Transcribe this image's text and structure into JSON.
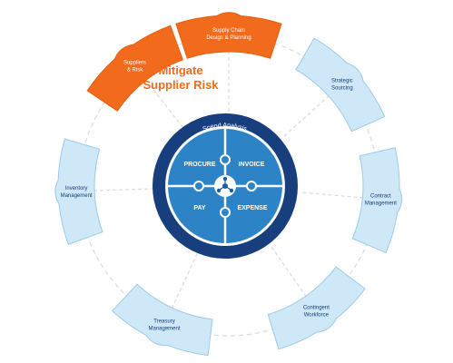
{
  "center_ring": {
    "label": "Spend Analysis"
  },
  "quadrants": [
    {
      "label": "PROCURE"
    },
    {
      "label": "INVOICE"
    },
    {
      "label": "PAY"
    },
    {
      "label": "EXPENSE"
    }
  ],
  "callout": {
    "line1": "Mitigate",
    "line2": "Supplier Risk"
  },
  "segments": [
    {
      "id": "supply-chain",
      "lines": [
        "Supply Chain",
        "Design & Planning"
      ],
      "highlighted": true
    },
    {
      "id": "strategic-sourcing",
      "lines": [
        "Strategic",
        "Sourcing"
      ],
      "highlighted": false
    },
    {
      "id": "contract-management",
      "lines": [
        "Contract",
        "Management"
      ],
      "highlighted": false
    },
    {
      "id": "contingent-workforce",
      "lines": [
        "Contingent",
        "Workforce"
      ],
      "highlighted": false
    },
    {
      "id": "treasury-management",
      "lines": [
        "Treasury",
        "Management"
      ],
      "highlighted": false
    },
    {
      "id": "inventory-management",
      "lines": [
        "Inventory",
        "Management"
      ],
      "highlighted": false
    },
    {
      "id": "suppliers-risk",
      "lines": [
        "Suppliers",
        "& Risk"
      ],
      "highlighted": true
    }
  ],
  "colors": {
    "highlight": "#f26b1d",
    "segment_fill": "#cfe8f8",
    "segment_stroke": "#9ccbe8",
    "hub_outer": "#173f7d",
    "hub_inner": "#2c84c6",
    "connector": "#c9d3dc"
  },
  "icons": {
    "hub_center": "network-nodes-icon"
  }
}
